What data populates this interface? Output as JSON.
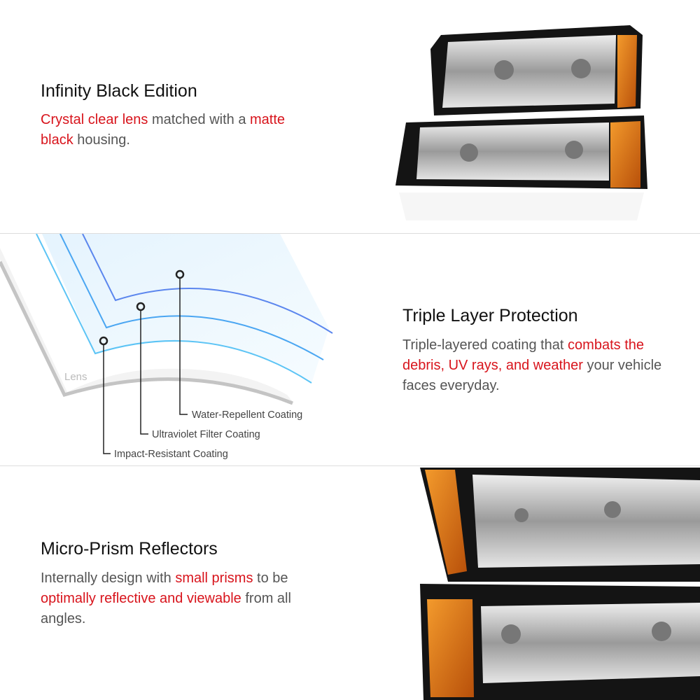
{
  "sections": [
    {
      "title": "Infinity Black Edition",
      "body": [
        {
          "t": "Crystal clear lens",
          "hl": true
        },
        {
          "t": " matched with a ",
          "hl": false
        },
        {
          "t": "matte black",
          "hl": true
        },
        {
          "t": " housing.",
          "hl": false
        }
      ]
    },
    {
      "title": "Triple Layer Protection",
      "body": [
        {
          "t": "Triple-layered coating that ",
          "hl": false
        },
        {
          "t": "combats the debris, UV rays, and weather",
          "hl": true
        },
        {
          "t": " your vehicle faces everyday.",
          "hl": false
        }
      ]
    },
    {
      "title": "Micro-Prism Reflectors",
      "body": [
        {
          "t": "Internally design with ",
          "hl": false
        },
        {
          "t": "small prisms",
          "hl": true
        },
        {
          "t": " to be ",
          "hl": false
        },
        {
          "t": "optimally reflective and viewable",
          "hl": true
        },
        {
          "t": " from all angles.",
          "hl": false
        }
      ]
    }
  ],
  "diagram": {
    "lens_label": "Lens",
    "layers": [
      "Water-Repellent Coating",
      "Ultraviolet Filter Coating",
      "Impact-Resistant Coating"
    ]
  },
  "colors": {
    "highlight": "#d8141c",
    "amber": "#e0781a"
  }
}
